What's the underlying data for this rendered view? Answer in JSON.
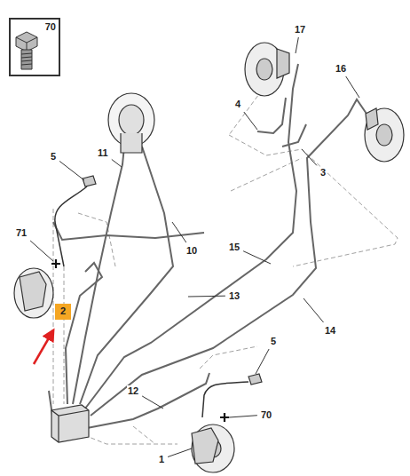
{
  "diagram": {
    "nodes": [
      {
        "text": [
          "70"
        ]
      },
      {
        "text": [
          "2"
        ]
      }
    ],
    "labels": [
      "17",
      "16",
      "4",
      "3",
      "5",
      "11",
      "10",
      "15",
      "71",
      "13",
      "14",
      "5",
      "12",
      "70",
      "1"
    ]
  }
}
